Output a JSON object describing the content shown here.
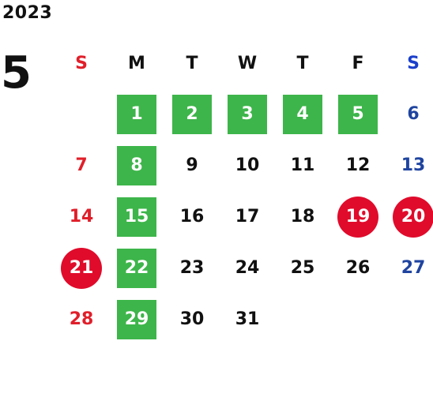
{
  "year": "2023",
  "month": "5",
  "weekdays": [
    {
      "label": "S",
      "kind": "sun"
    },
    {
      "label": "M",
      "kind": "wd"
    },
    {
      "label": "T",
      "kind": "wd"
    },
    {
      "label": "W",
      "kind": "wd"
    },
    {
      "label": "T",
      "kind": "wd"
    },
    {
      "label": "F",
      "kind": "wd"
    },
    {
      "label": "S",
      "kind": "sat"
    }
  ],
  "colors": {
    "sunday": "#e01f2a",
    "saturday": "#1f44a0",
    "highlight_green": "#3db54a",
    "holiday_red": "#e00b2b"
  },
  "weeks": [
    [
      {
        "day": "",
        "style": "blank"
      },
      {
        "day": "1",
        "style": "green"
      },
      {
        "day": "2",
        "style": "green"
      },
      {
        "day": "3",
        "style": "green"
      },
      {
        "day": "4",
        "style": "green"
      },
      {
        "day": "5",
        "style": "green"
      },
      {
        "day": "6",
        "style": "sat"
      }
    ],
    [
      {
        "day": "7",
        "style": "sun"
      },
      {
        "day": "8",
        "style": "green"
      },
      {
        "day": "9",
        "style": "normal"
      },
      {
        "day": "10",
        "style": "normal"
      },
      {
        "day": "11",
        "style": "normal"
      },
      {
        "day": "12",
        "style": "normal"
      },
      {
        "day": "13",
        "style": "sat"
      }
    ],
    [
      {
        "day": "14",
        "style": "sun"
      },
      {
        "day": "15",
        "style": "green"
      },
      {
        "day": "16",
        "style": "normal"
      },
      {
        "day": "17",
        "style": "normal"
      },
      {
        "day": "18",
        "style": "normal"
      },
      {
        "day": "19",
        "style": "holiday"
      },
      {
        "day": "20",
        "style": "holiday"
      }
    ],
    [
      {
        "day": "21",
        "style": "holiday"
      },
      {
        "day": "22",
        "style": "green"
      },
      {
        "day": "23",
        "style": "normal"
      },
      {
        "day": "24",
        "style": "normal"
      },
      {
        "day": "25",
        "style": "normal"
      },
      {
        "day": "26",
        "style": "normal"
      },
      {
        "day": "27",
        "style": "sat"
      }
    ],
    [
      {
        "day": "28",
        "style": "sun"
      },
      {
        "day": "29",
        "style": "green"
      },
      {
        "day": "30",
        "style": "normal"
      },
      {
        "day": "31",
        "style": "normal"
      },
      {
        "day": "",
        "style": "blank"
      },
      {
        "day": "",
        "style": "blank"
      },
      {
        "day": "",
        "style": "blank"
      }
    ]
  ]
}
